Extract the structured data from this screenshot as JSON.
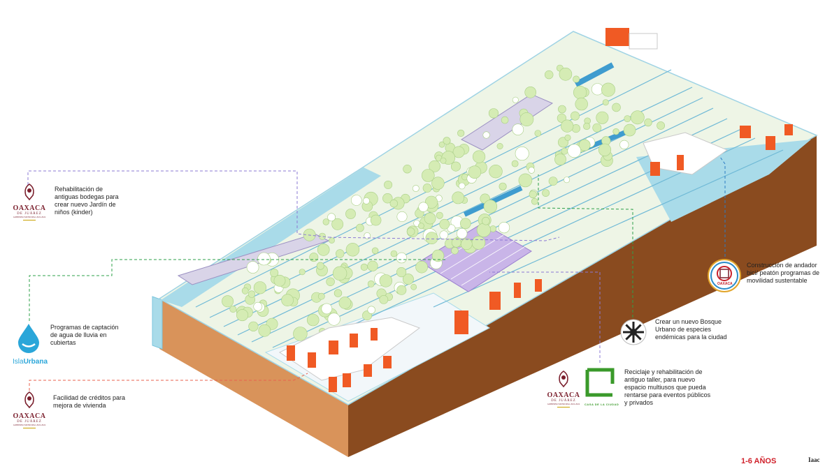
{
  "callouts": {
    "kinder": "Rehabilitación de antiguas bodegas para crear nuevo Jardín de niños (kinder)",
    "rain": "Programas de captación de agua de lluvia en cubiertas",
    "credit": "Facilidad de créditos para mejora de vivienda",
    "bike": "Construcción de andador bici/ peatón programas de movilidad sustentable",
    "forest": "Crear un nuevo Bosque Urbano de especies endémicas para la ciudad",
    "workshop": "Reciclaje y rehabilitación de antiguo taller, para nuevo espacio multiusos que pueda rentarse para eventos públicos y privados"
  },
  "logos": {
    "oaxaca_juarez_word": "OAXACA",
    "oaxaca_juarez_sub": "DE JUÁREZ",
    "oaxaca_juarez_small": "GOBIERNO MUNICIPAL 2022-2024",
    "isla_light": "Isla",
    "isla_bold": "Urbana",
    "casa_label": "CASA DE LA CIUDAD",
    "oaxaca_state": "OAXACA"
  },
  "footer": {
    "timeframe": "1-6 AÑOS",
    "studio_mark": "Iaac"
  },
  "colors": {
    "orange_roof": "#f05a24",
    "soil_front": "#d9935a",
    "soil_side": "#8a4b1f",
    "water": "#a9dbe9",
    "ground": "#eef5e6",
    "tree": "#d5ecb4",
    "line_purple": "#8b78d4",
    "line_green": "#2ea04a",
    "line_red": "#e9604e",
    "line_blue": "#2b7bc4",
    "oaxaca_maroon": "#7a1e2c",
    "isla_blue": "#2aa6d9",
    "casa_green": "#3a9a2a",
    "years_red": "#d0202a"
  }
}
